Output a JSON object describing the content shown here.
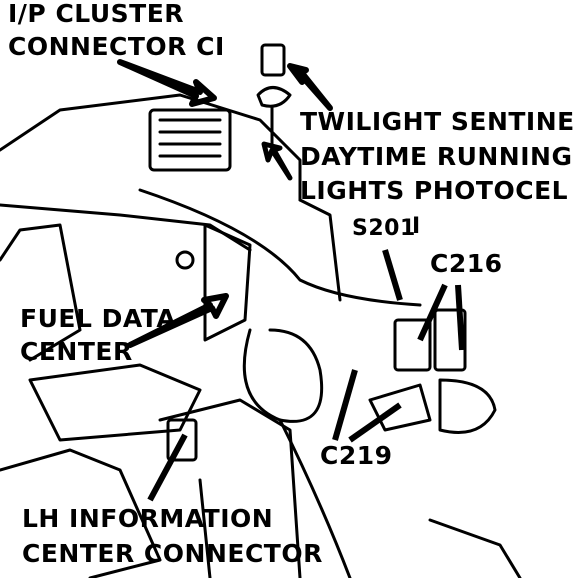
{
  "colors": {
    "ink": "#000000",
    "paper": "#ffffff"
  },
  "labels": {
    "ip_cluster_line1": "I/P CLUSTER",
    "ip_cluster_line2": "CONNECTOR CI",
    "twilight_line1": "TWILIGHT SENTINEL/",
    "twilight_line2": "DAYTIME RUNNING",
    "twilight_line3": "LIGHTS PHOTOCEL",
    "s201": "S201",
    "s201_mark": "Ⅰ",
    "c216": "C216",
    "fuel_line1": "FUEL DATA",
    "fuel_line2": "CENTER",
    "c219": "C219",
    "lh_line1": "LH INFORMATION",
    "lh_line2": "CENTER CONNECTOR"
  }
}
